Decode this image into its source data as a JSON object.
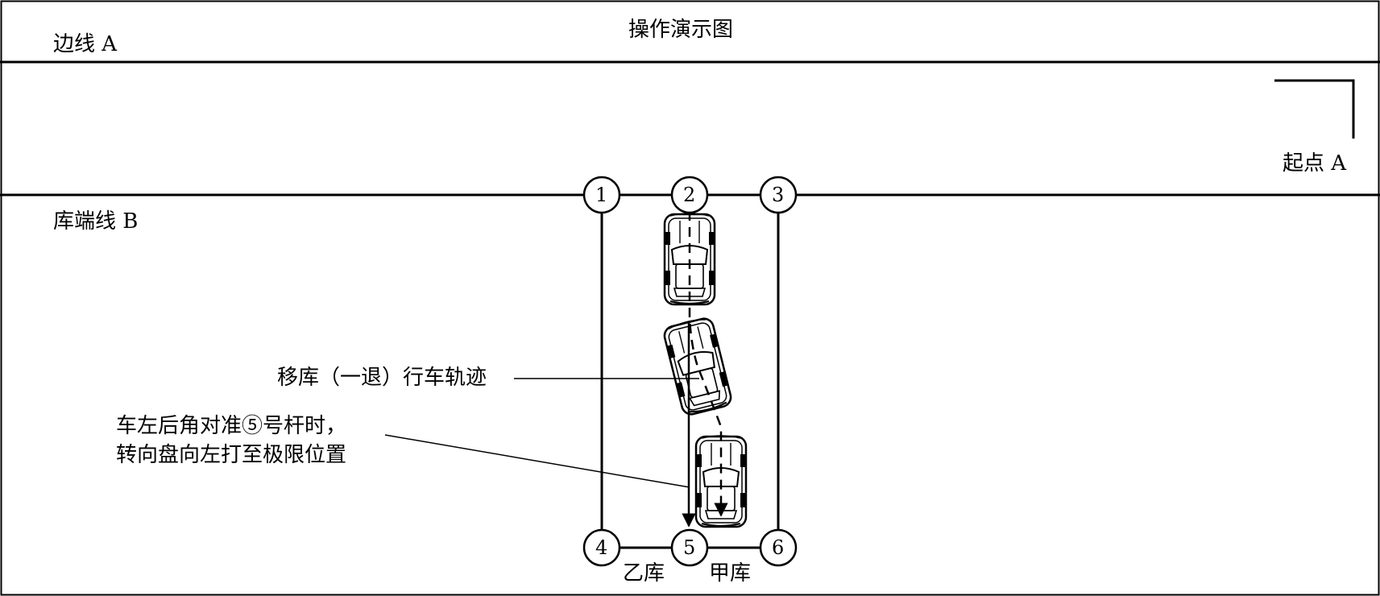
{
  "title": "操作演示图",
  "labels": {
    "edge_a": "边线 A",
    "start_a": "起点 A",
    "garage_end_b": "库端线 B",
    "trajectory": "移库（一退）行车轨迹",
    "instruction_line1": "车左后角对准⑤号杆时，",
    "instruction_line2": "转向盘向左打至极限位置",
    "garage_yi": "乙库",
    "garage_jia": "甲库"
  },
  "poles": [
    "1",
    "2",
    "3",
    "4",
    "5",
    "6"
  ]
}
